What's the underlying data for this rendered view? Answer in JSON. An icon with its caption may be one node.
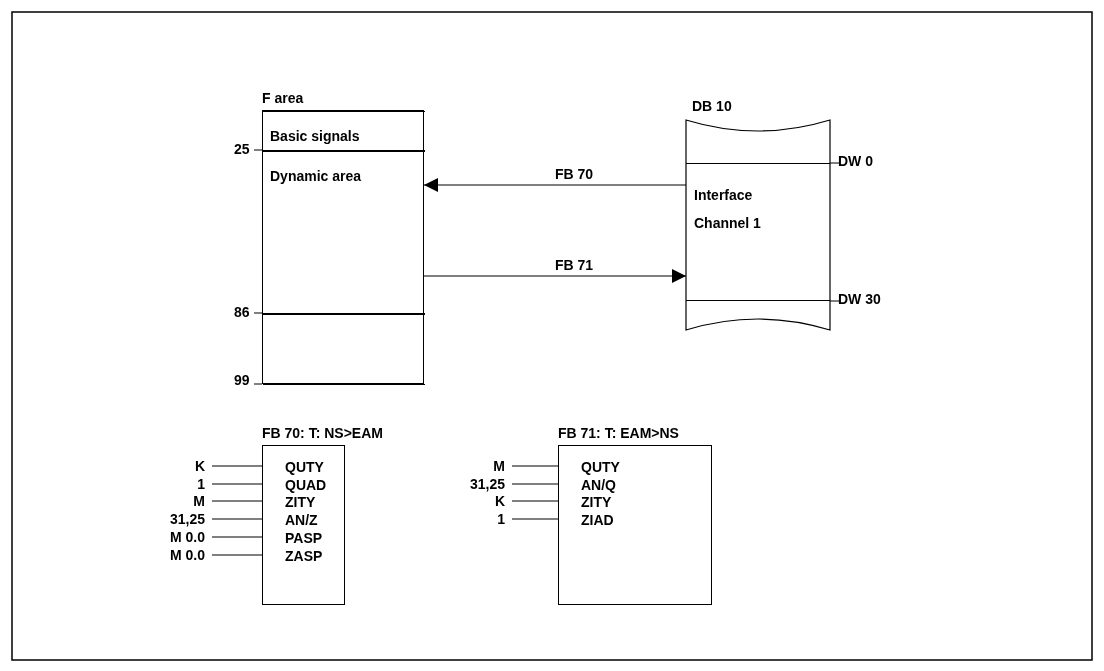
{
  "diagram": {
    "nodes": [
      {
        "text": [
          "F area"
        ]
      },
      {
        "text": [
          "Basic signals"
        ],
        "in": 0
      },
      {
        "text": [
          "Dynamic area"
        ],
        "in": 0
      },
      {
        "text": [],
        "shape": "box",
        "in": 0
      },
      {
        "text": [
          "DB 10"
        ]
      },
      {
        "text": [
          "Interface Channel 1"
        ],
        "in": 4
      },
      {
        "text": [
          "FB 70: T: NS>EAM",
          "QUTY",
          "QUAD",
          "ZITY",
          "AN/Z",
          "PASP",
          "ZASP"
        ]
      },
      {
        "text": [
          "K"
        ]
      },
      {
        "text": [
          "1"
        ]
      },
      {
        "text": [
          "M"
        ]
      },
      {
        "text": [
          "31,25"
        ]
      },
      {
        "text": [
          "M 0.0"
        ]
      },
      {
        "text": [
          "M 0.0"
        ]
      },
      {
        "text": [
          "FB 71: T: EAM>NS",
          "QUTY",
          "AN/Q",
          "ZITY",
          "ZIAD"
        ]
      },
      {
        "text": [
          "M"
        ]
      },
      {
        "text": [
          "31,25"
        ]
      },
      {
        "text": [
          "K"
        ]
      },
      {
        "text": [
          "1"
        ]
      }
    ],
    "edges": [
      {
        "from": 5,
        "to": 2,
        "arrow": "to",
        "label": "FB 70"
      },
      {
        "from": 2,
        "to": 5,
        "arrow": "to",
        "label": "FB 71"
      },
      {
        "from": 7,
        "to": 6,
        "arrow": "none"
      },
      {
        "from": 8,
        "to": 6,
        "arrow": "none"
      },
      {
        "from": 9,
        "to": 6,
        "arrow": "none"
      },
      {
        "from": 10,
        "to": 6,
        "arrow": "none"
      },
      {
        "from": 11,
        "to": 6,
        "arrow": "none"
      },
      {
        "from": 12,
        "to": 6,
        "arrow": "none"
      },
      {
        "from": 14,
        "to": 13,
        "arrow": "none"
      },
      {
        "from": 15,
        "to": 13,
        "arrow": "none"
      },
      {
        "from": 16,
        "to": 13,
        "arrow": "none"
      },
      {
        "from": 17,
        "to": 13,
        "arrow": "none"
      }
    ],
    "labels": [
      "25",
      "86",
      "99",
      "DW  0",
      "DW  30"
    ]
  }
}
